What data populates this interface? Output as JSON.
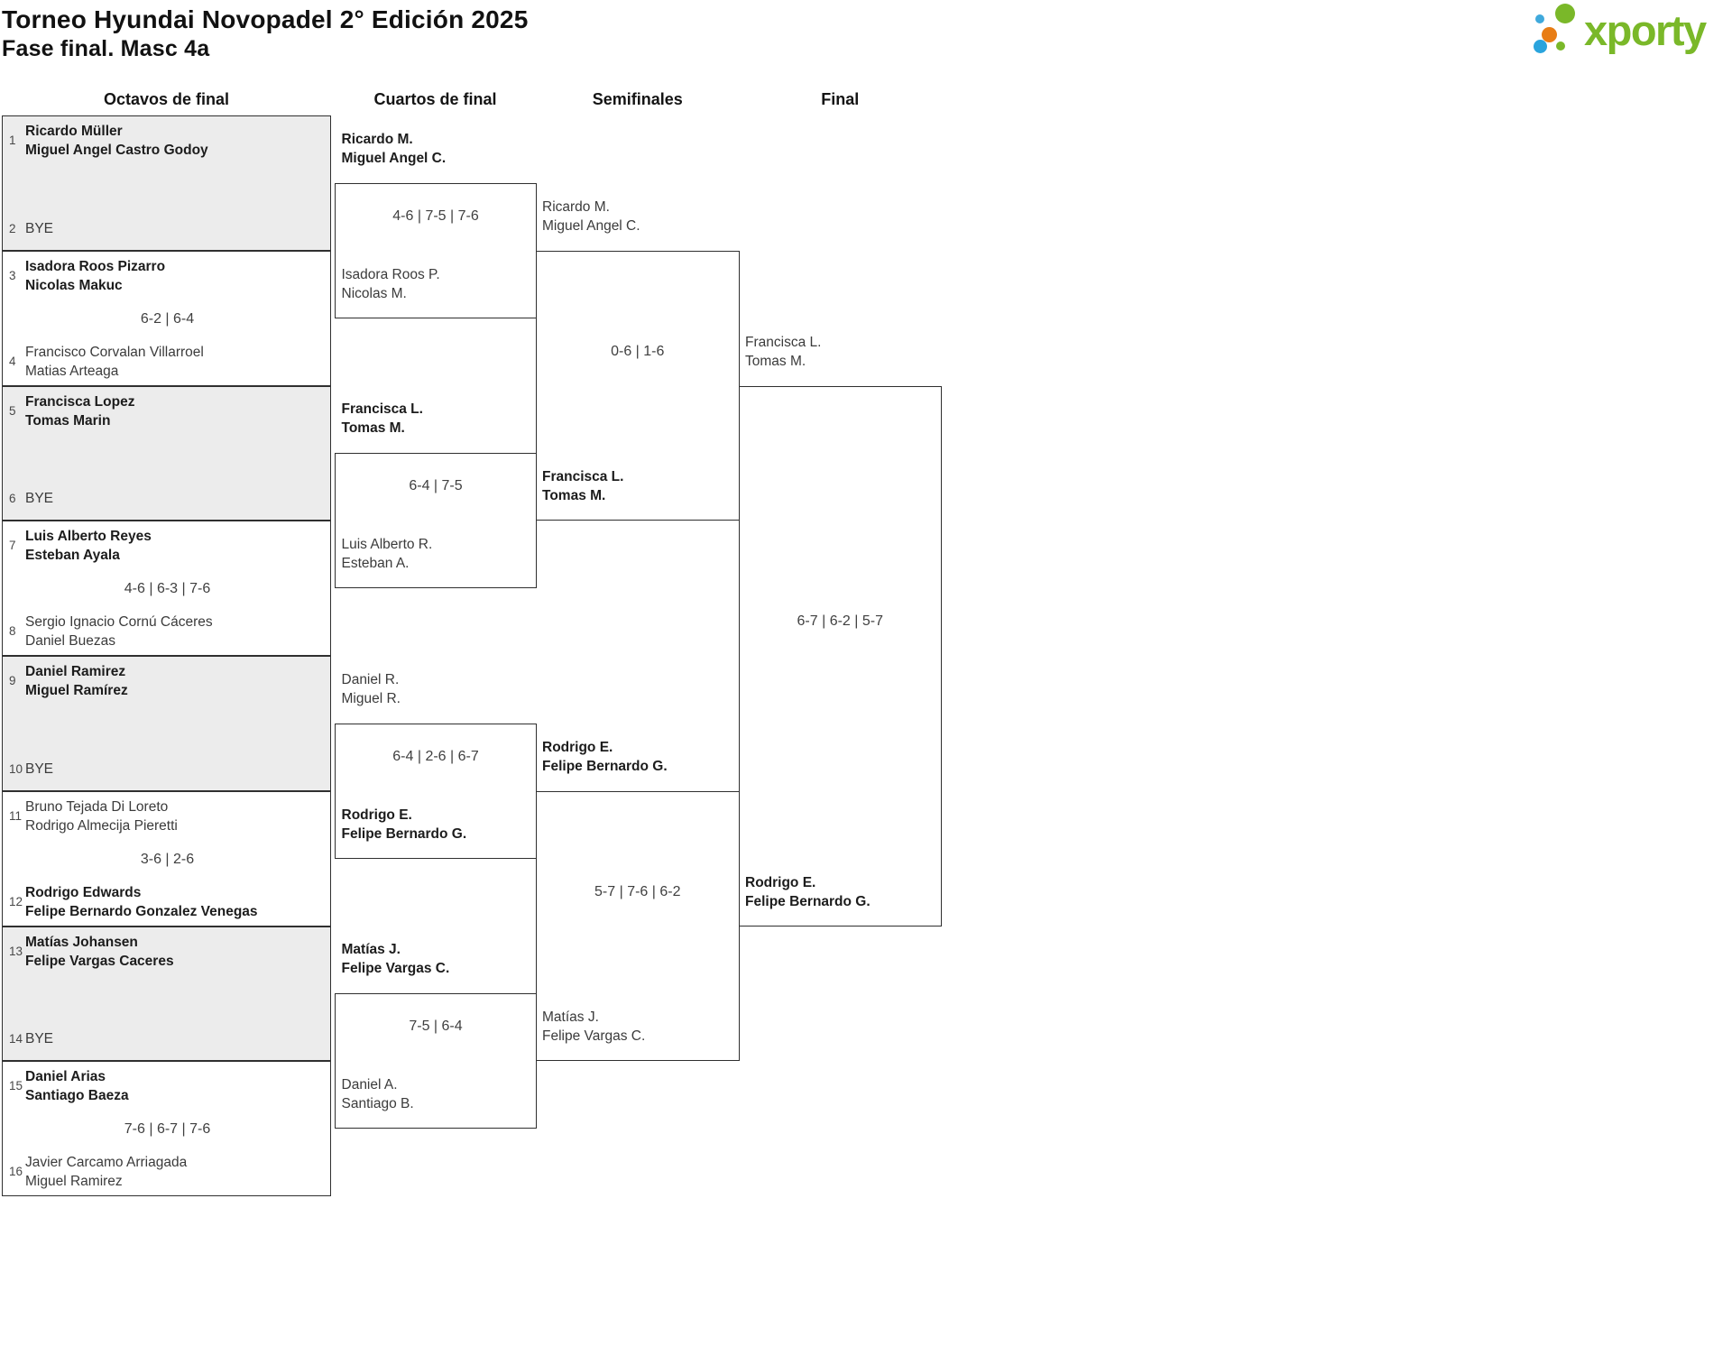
{
  "header": {
    "title": "Torneo Hyundai Novopadel 2° Edición 2025",
    "subtitle": "Fase final. Masc 4a"
  },
  "logo": {
    "wordmark": "xporty",
    "green": "#7ab829",
    "blue": "#2fa3dc",
    "orange": "#e87d15"
  },
  "rounds": [
    "Octavos de final",
    "Cuartos de final",
    "Semifinales",
    "Final"
  ],
  "octavos": [
    {
      "seed_top": "1",
      "team_top": [
        "Ricardo Müller",
        "Miguel Angel Castro Godoy"
      ],
      "top_bold": true,
      "score": "",
      "seed_bottom": "2",
      "team_bottom": [
        "BYE"
      ],
      "bottom_bold": false,
      "bye": true
    },
    {
      "seed_top": "3",
      "team_top": [
        "Isadora Roos Pizarro",
        "Nicolas Makuc"
      ],
      "top_bold": true,
      "score": "6-2 | 6-4",
      "seed_bottom": "4",
      "team_bottom": [
        "Francisco Corvalan Villarroel",
        "Matias Arteaga"
      ],
      "bottom_bold": false,
      "bye": false
    },
    {
      "seed_top": "5",
      "team_top": [
        "Francisca Lopez",
        "Tomas Marin"
      ],
      "top_bold": true,
      "score": "",
      "seed_bottom": "6",
      "team_bottom": [
        "BYE"
      ],
      "bottom_bold": false,
      "bye": true
    },
    {
      "seed_top": "7",
      "team_top": [
        "Luis Alberto Reyes",
        "Esteban Ayala"
      ],
      "top_bold": true,
      "score": "4-6 | 6-3 | 7-6",
      "seed_bottom": "8",
      "team_bottom": [
        "Sergio Ignacio Cornú Cáceres",
        "Daniel Buezas"
      ],
      "bottom_bold": false,
      "bye": false
    },
    {
      "seed_top": "9",
      "team_top": [
        "Daniel Ramirez",
        "Miguel Ramírez"
      ],
      "top_bold": true,
      "score": "",
      "seed_bottom": "10",
      "team_bottom": [
        "BYE"
      ],
      "bottom_bold": false,
      "bye": true
    },
    {
      "seed_top": "11",
      "team_top": [
        "Bruno Tejada Di Loreto",
        "Rodrigo Almecija Pieretti"
      ],
      "top_bold": false,
      "score": "3-6 | 2-6",
      "seed_bottom": "12",
      "team_bottom": [
        "Rodrigo Edwards",
        "Felipe Bernardo Gonzalez Venegas"
      ],
      "bottom_bold": true,
      "bye": false
    },
    {
      "seed_top": "13",
      "team_top": [
        "Matías Johansen",
        "Felipe Vargas Caceres"
      ],
      "top_bold": true,
      "score": "",
      "seed_bottom": "14",
      "team_bottom": [
        "BYE"
      ],
      "bottom_bold": false,
      "bye": true
    },
    {
      "seed_top": "15",
      "team_top": [
        "Daniel Arias",
        "Santiago Baeza"
      ],
      "top_bold": true,
      "score": "7-6 | 6-7 | 7-6",
      "seed_bottom": "16",
      "team_bottom": [
        "Javier Carcamo Arriagada",
        "Miguel Ramirez"
      ],
      "bottom_bold": false,
      "bye": false
    }
  ],
  "cuartos": [
    {
      "team_top": [
        "Ricardo M.",
        "Miguel Angel C."
      ],
      "top_bold": true,
      "score": "4-6 | 7-5 | 7-6",
      "team_bottom": [
        "Isadora Roos P.",
        "Nicolas M."
      ],
      "bottom_bold": false
    },
    {
      "team_top": [
        "Francisca L.",
        "Tomas M."
      ],
      "top_bold": true,
      "score": "6-4 | 7-5",
      "team_bottom": [
        "Luis Alberto R.",
        "Esteban A."
      ],
      "bottom_bold": false
    },
    {
      "team_top": [
        "Daniel R.",
        "Miguel R."
      ],
      "top_bold": false,
      "score": "6-4 | 2-6 | 6-7",
      "team_bottom": [
        "Rodrigo E.",
        "Felipe Bernardo G."
      ],
      "bottom_bold": true
    },
    {
      "team_top": [
        "Matías J.",
        "Felipe Vargas C."
      ],
      "top_bold": true,
      "score": "7-5 | 6-4",
      "team_bottom": [
        "Daniel A.",
        "Santiago B."
      ],
      "bottom_bold": false
    }
  ],
  "semifinales": [
    {
      "team_top": [
        "Ricardo M.",
        "Miguel Angel C."
      ],
      "top_bold": false,
      "score": "0-6 | 1-6",
      "team_bottom": [
        "Francisca L.",
        "Tomas M."
      ],
      "bottom_bold": true
    },
    {
      "team_top": [
        "Rodrigo E.",
        "Felipe Bernardo G."
      ],
      "top_bold": true,
      "score": "5-7 | 7-6 | 6-2",
      "team_bottom": [
        "Matías J.",
        "Felipe Vargas C."
      ],
      "bottom_bold": false
    }
  ],
  "final": [
    {
      "team_top": [
        "Francisca L.",
        "Tomas M."
      ],
      "top_bold": false,
      "score": "6-7 | 6-2 | 5-7",
      "team_bottom": [
        "Rodrigo E.",
        "Felipe Bernardo G."
      ],
      "bottom_bold": true
    }
  ]
}
